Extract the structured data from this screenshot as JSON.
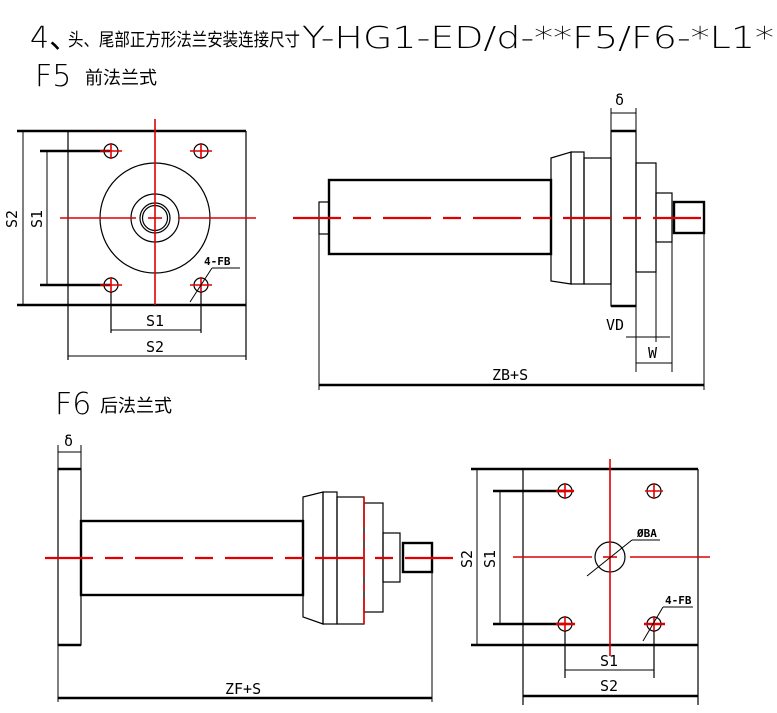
{
  "title": {
    "prefix": "4、",
    "chinese": "头、尾部正方形法兰安装连接尺寸",
    "model": "Y-HG1-ED/d-**F5/F6-*L1*"
  },
  "f5": {
    "code": "F5",
    "name": "前法兰式"
  },
  "f6": {
    "code": "F6",
    "name": "后法兰式"
  },
  "labels": {
    "s1": "S1",
    "s2": "S2",
    "fb": "4-FB",
    "ba": "ØBA",
    "delta": "δ",
    "vd": "VD",
    "w": "W",
    "zb": "ZB+S",
    "zf": "ZF+S"
  },
  "colors": {
    "centerline": "#e00000",
    "line": "#000000"
  }
}
